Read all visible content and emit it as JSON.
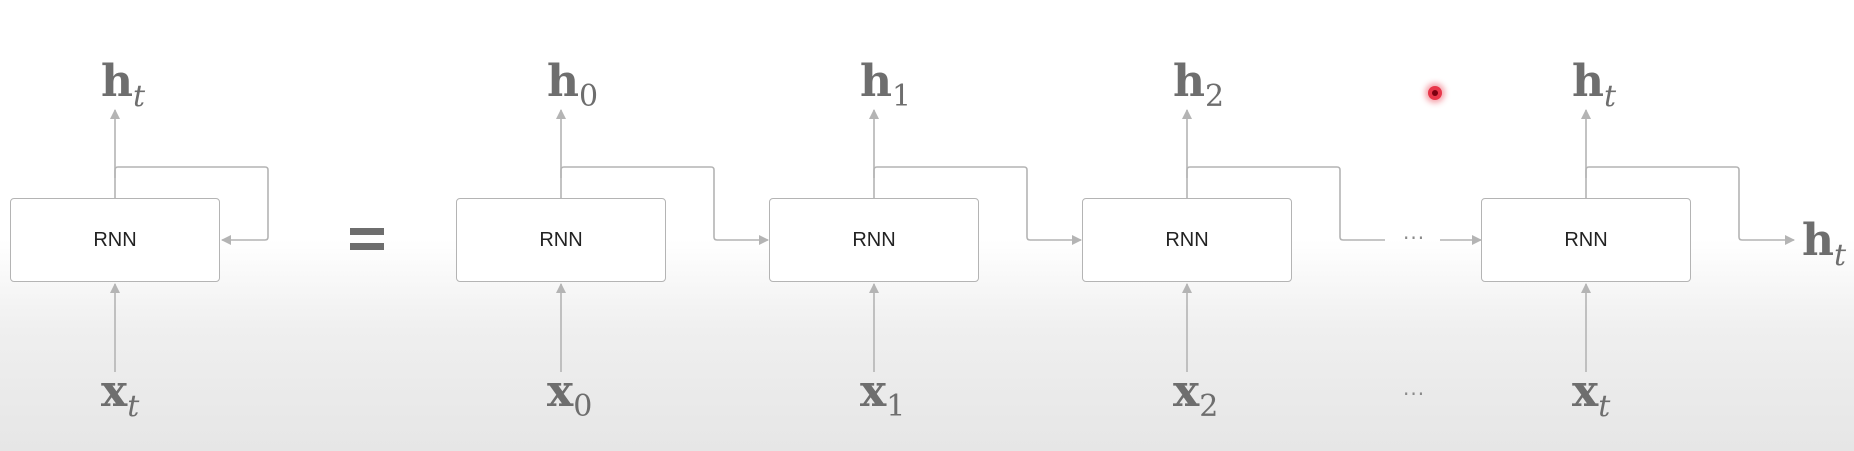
{
  "diagram": {
    "box_label": "RNN",
    "equals": "=",
    "ellipsis": "···",
    "folded": {
      "output": {
        "base": "h",
        "sub": "t"
      },
      "input": {
        "base": "x",
        "sub": "t"
      }
    },
    "unrolled": [
      {
        "output": {
          "base": "h",
          "sub": "0"
        },
        "input": {
          "base": "x",
          "sub": "0"
        }
      },
      {
        "output": {
          "base": "h",
          "sub": "1"
        },
        "input": {
          "base": "x",
          "sub": "1"
        }
      },
      {
        "output": {
          "base": "h",
          "sub": "2"
        },
        "input": {
          "base": "x",
          "sub": "2"
        }
      },
      {
        "output": {
          "base": "h",
          "sub": "t"
        },
        "input": {
          "base": "x",
          "sub": "t"
        }
      }
    ],
    "final_output": {
      "base": "h",
      "sub": "t"
    }
  },
  "colors": {
    "line": "#b4b4b4",
    "label": "#6e6e6e",
    "pointer": "#e8374a"
  }
}
